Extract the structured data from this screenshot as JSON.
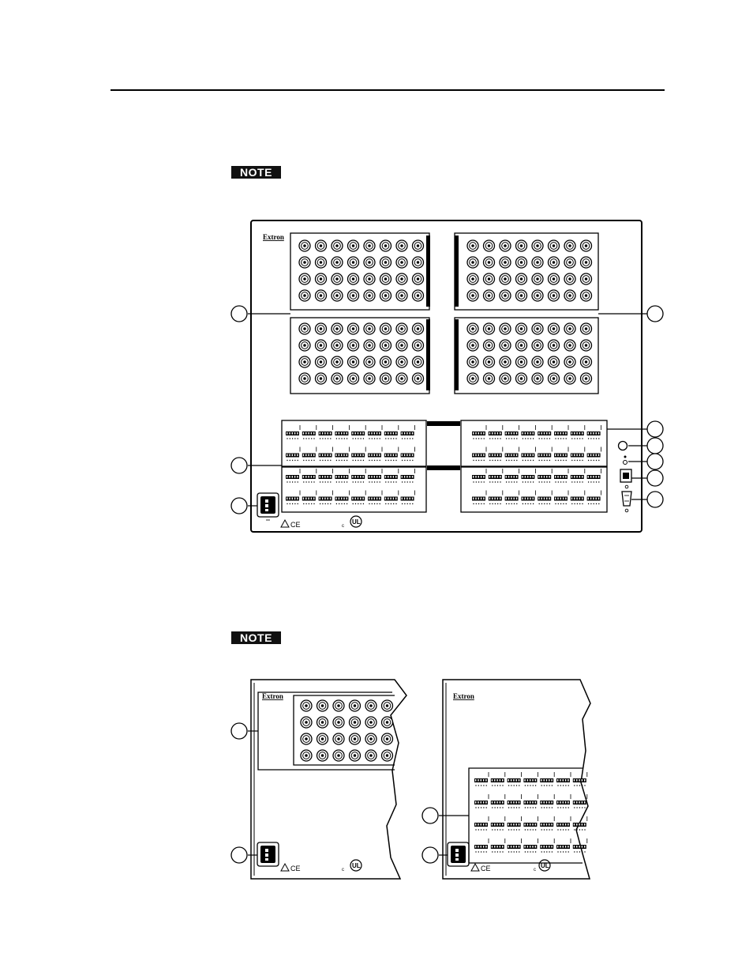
{
  "page": {
    "note_badges": [
      "NOTE",
      "NOTE"
    ],
    "brand_name": "Extron",
    "certification_marks": {
      "ce": "CE",
      "ul": "UL",
      "c_prefix": "c"
    }
  },
  "panels": {
    "full_rear_panel": {
      "bnc_rows_per_block": 4,
      "bnc_cols_per_block": 8,
      "terminal_rows_per_block": 2,
      "terminal_groups_per_row": 8
    },
    "partial_left_panel": {
      "bnc_rows": 4,
      "bnc_cols": 6
    },
    "partial_right_panel": {
      "terminal_rows": 4,
      "terminal_groups_per_row": 7
    }
  }
}
